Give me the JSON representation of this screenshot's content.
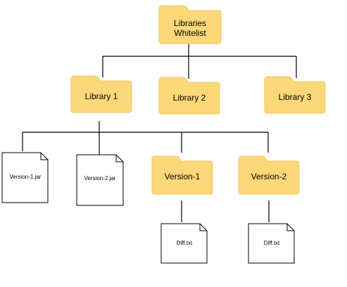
{
  "colors": {
    "folder_fill": "#FDD879",
    "folder_stroke": "#EFC865",
    "line": "#000000",
    "file_fill": "#FFFFFF"
  },
  "nodes": {
    "whitelist": {
      "line1": "Libraries",
      "line2": "Whitelist",
      "icon": "folder-icon"
    },
    "library1": {
      "label": "Library 1",
      "icon": "folder-icon"
    },
    "library2": {
      "label": "Library 2",
      "icon": "folder-icon"
    },
    "library3": {
      "label": "Library 3",
      "icon": "folder-icon"
    },
    "version1_jar": {
      "label": "Version-1.jar",
      "icon": "file-icon"
    },
    "version2_jar": {
      "label": "Version-2.jar",
      "icon": "file-icon"
    },
    "version1_folder": {
      "label": "Version-1",
      "icon": "folder-icon"
    },
    "version2_folder": {
      "label": "Version-2",
      "icon": "folder-icon"
    },
    "diff1": {
      "label": "Diff.txt",
      "icon": "file-icon"
    },
    "diff2": {
      "label": "Diff.txt",
      "icon": "file-icon"
    }
  }
}
